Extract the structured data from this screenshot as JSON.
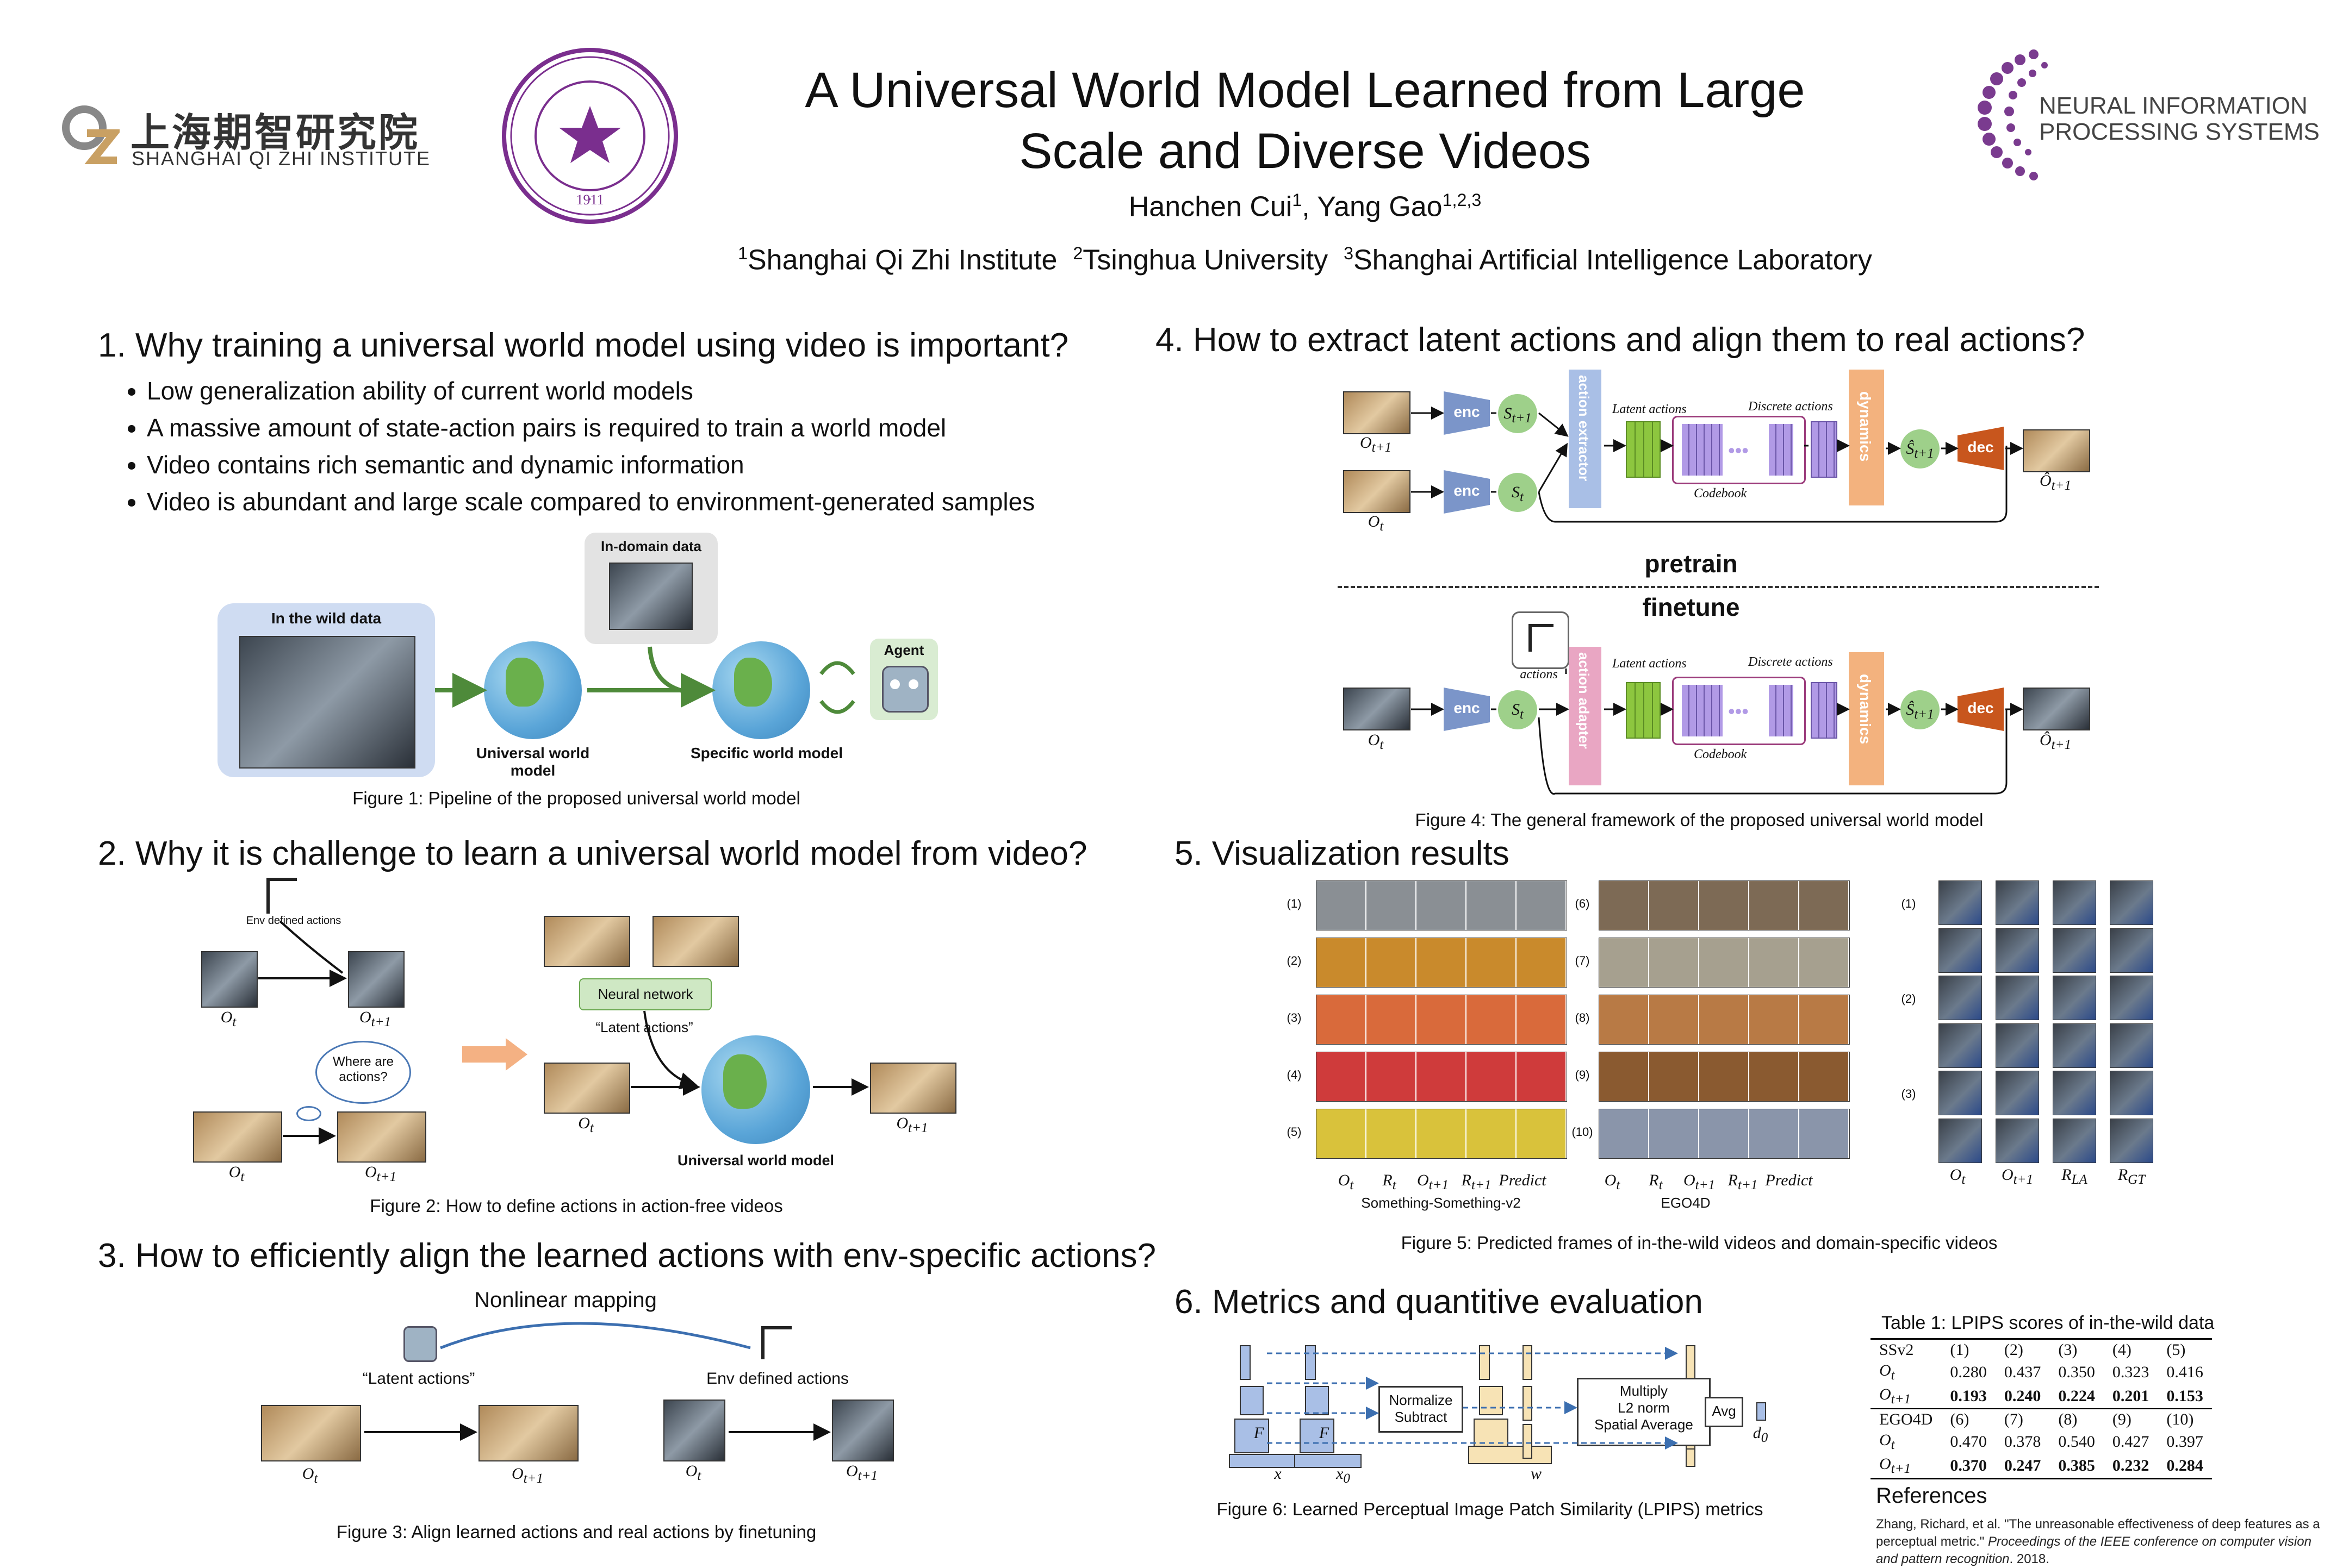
{
  "header": {
    "qizhi_logo_cn": "上海期智研究院",
    "qizhi_logo_en": "SHANGHAI QI ZHI INSTITUTE",
    "tsinghua_year": "1911",
    "title_line1": "A Universal World Model Learned from Large",
    "title_line2": "Scale and Diverse Videos",
    "authors": [
      {
        "name": "Hanchen Cui",
        "sup": "1"
      },
      {
        "name": "Yang Gao",
        "sup": "1,2,3"
      }
    ],
    "affiliations": [
      {
        "sup": "1",
        "name": "Shanghai Qi Zhi Institute"
      },
      {
        "sup": "2",
        "name": "Tsinghua University"
      },
      {
        "sup": "3",
        "name": "Shanghai Artificial Intelligence Laboratory"
      }
    ],
    "neurips_line1": "NEURAL INFORMATION",
    "neurips_line2": "PROCESSING SYSTEMS"
  },
  "sections": {
    "s1": {
      "title": "1. Why training a universal world model using video is important?",
      "bullets": [
        "Low generalization ability of current world models",
        "A massive amount of state-action pairs is required to train a world model",
        "Video contains rich semantic and dynamic information",
        "Video is abundant and large scale compared to environment-generated samples"
      ],
      "fig": {
        "wild_label": "In the wild data",
        "indomain_label": "In-domain data",
        "agent_label": "Agent",
        "universal_label": "Universal world model",
        "specific_label": "Specific world model",
        "caption": "Figure 1: Pipeline of the proposed universal world model"
      }
    },
    "s2": {
      "title": "2. Why it is challenge to learn a universal world model from video?",
      "fig": {
        "env_actions": "Env defined actions",
        "where_actions": "Where are actions?",
        "nn_label": "Neural network",
        "latent_actions": "“Latent actions”",
        "universal_label": "Universal world model",
        "ot": "O",
        "ot_sub": "t",
        "ot1_sub": "t+1",
        "caption": "Figure 2: How to define actions in action-free videos"
      }
    },
    "s3": {
      "title": "3. How to efficiently align the learned actions with env-specific actions?",
      "fig": {
        "mapping": "Nonlinear mapping",
        "latent_actions": "“Latent actions”",
        "env_actions": "Env defined actions",
        "caption": "Figure 3: Align learned actions and real actions by finetuning"
      }
    },
    "s4": {
      "title": "4. How to extract latent actions and align them to real actions?",
      "fig": {
        "enc": "enc",
        "dec": "dec",
        "action_extractor": "action extractor",
        "action_adapter": "action adapter",
        "dynamics": "dynamics",
        "latent_actions": "Latent actions",
        "discrete_actions": "Discrete actions",
        "codebook": "Codebook",
        "actions": "actions",
        "pretrain": "pretrain",
        "finetune": "finetune",
        "caption": "Figure 4: The general framework of the proposed universal world model"
      }
    },
    "s5": {
      "title": "5. Visualization results",
      "fig": {
        "row_labels_left": [
          "(1)",
          "(2)",
          "(3)",
          "(4)",
          "(5)"
        ],
        "row_labels_mid": [
          "(6)",
          "(7)",
          "(8)",
          "(9)",
          "(10)"
        ],
        "row_labels_right": [
          "(1)",
          "(2)",
          "(3)"
        ],
        "col_labels": [
          "O_t",
          "R_t",
          "O_{t+1}",
          "R_{t+1}",
          "Predict"
        ],
        "dataset_left": "Something-Something-v2",
        "dataset_mid": "EGO4D",
        "right_col_labels": [
          "O_t",
          "O_{t+1}",
          "R_LA",
          "R_GT"
        ],
        "caption": "Figure 5: Predicted frames of in-the-wild videos and domain-specific videos"
      }
    },
    "s6": {
      "title": "6. Metrics and quantitive evaluation",
      "fig": {
        "normalize": "Normalize",
        "subtract": "Subtract",
        "multiply": "Multiply",
        "l2norm": "L2 norm",
        "spatial_avg": "Spatial Average",
        "avg": "Avg",
        "F": "F",
        "x": "x",
        "x0": "x",
        "w": "w",
        "d0": "d",
        "caption": "Figure 6: Learned Perceptual Image Patch Similarity (LPIPS) metrics"
      }
    }
  },
  "table1": {
    "caption": "Table 1: LPIPS scores of in-the-wild data",
    "group1_header": [
      "SSv2",
      "(1)",
      "(2)",
      "(3)",
      "(4)",
      "(5)"
    ],
    "group1_rows": [
      {
        "label": "O_t",
        "values": [
          "0.280",
          "0.437",
          "0.350",
          "0.323",
          "0.416"
        ]
      },
      {
        "label": "O_{t+1}",
        "values": [
          "0.193",
          "0.240",
          "0.224",
          "0.201",
          "0.153"
        ]
      }
    ],
    "group2_header": [
      "EGO4D",
      "(6)",
      "(7)",
      "(8)",
      "(9)",
      "(10)"
    ],
    "group2_rows": [
      {
        "label": "O_t",
        "values": [
          "0.470",
          "0.378",
          "0.540",
          "0.427",
          "0.397"
        ]
      },
      {
        "label": "O_{t+1}",
        "values": [
          "0.370",
          "0.247",
          "0.385",
          "0.232",
          "0.284"
        ]
      }
    ]
  },
  "references": {
    "title": "References",
    "body_plain": "Zhang, Richard, et al. \"The unreasonable effectiveness of deep features as a perceptual metric.\" ",
    "body_italic": "Proceedings of the IEEE conference on computer vision and pattern recognition",
    "body_end": ". 2018."
  },
  "colors": {
    "enc": "#7b95c9",
    "dec": "#c8561d",
    "extractor": "#a9bfe6",
    "adapter": "#e9a6c3",
    "dynamics": "#f3b27e",
    "state": "#9ed08a",
    "latent": "#8dc63f",
    "codebook": "#b19ae6",
    "tsinghua": "#7a2e8e",
    "earth": "#5aa5d8"
  }
}
